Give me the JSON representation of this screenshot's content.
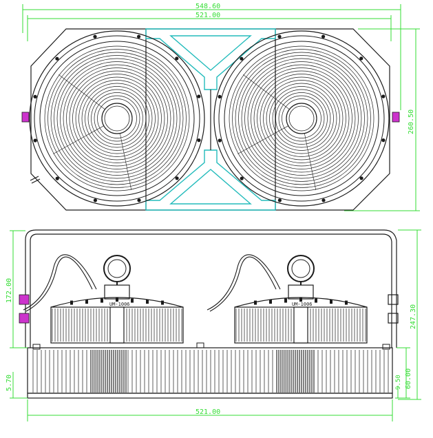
{
  "colors": {
    "outline": "#1a1a1a",
    "dimension": "#33dd33",
    "bracket": "#22bbbb",
    "bolt": "#cc33cc",
    "background": "#ffffff"
  },
  "top_view": {
    "dims": {
      "overall_width": "548.60",
      "inner_width": "521.00",
      "height": "260.50"
    }
  },
  "front_view": {
    "dims": {
      "overall_height": "247.30",
      "upper_height": "172.00",
      "base_height": "5.70",
      "fin_height_small": "9.50",
      "fin_height": "60.00",
      "bottom_width": "521.00"
    },
    "driver_labels": [
      "UM-1006",
      "UM-1006"
    ]
  }
}
